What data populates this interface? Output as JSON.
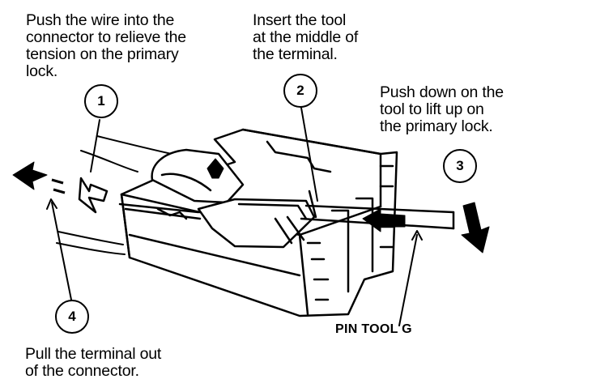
{
  "steps": [
    {
      "number": "1",
      "lines": [
        "Push the wire into the",
        "connector to relieve the",
        "tension on the primary",
        "lock."
      ]
    },
    {
      "number": "2",
      "lines": [
        "Insert the tool",
        "at the middle of",
        "the terminal."
      ]
    },
    {
      "number": "3",
      "lines": [
        "Push down on the",
        "tool to lift up on",
        "the primary lock."
      ]
    },
    {
      "number": "4",
      "lines": [
        "Pull the terminal out",
        "of the connector."
      ]
    }
  ],
  "tool_label": "PIN TOOL G"
}
